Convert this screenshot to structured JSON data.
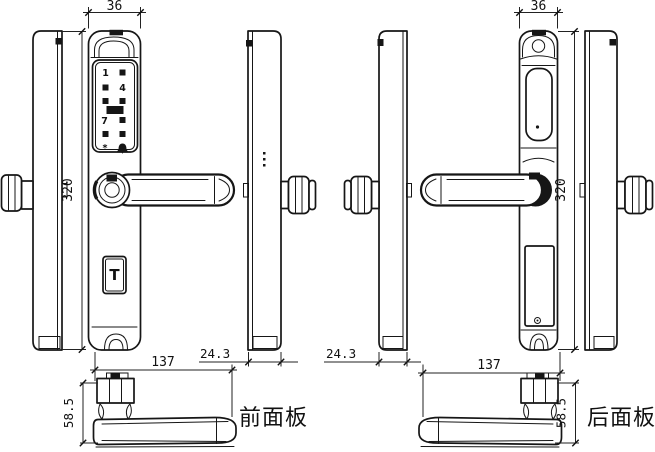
{
  "drawing": {
    "labels": {
      "front_panel": "前面板",
      "back_panel": "后面板"
    },
    "dimensions": {
      "panel_width": "36",
      "panel_height": "320",
      "assembly_width": "137",
      "panel_depth": "24.3",
      "handle_height": "58.5"
    },
    "keypad": {
      "key_1": "1",
      "key_4": "4",
      "key_7": "7",
      "key_star": "*"
    },
    "key_cover_label": "T",
    "line_color": "#161616"
  }
}
